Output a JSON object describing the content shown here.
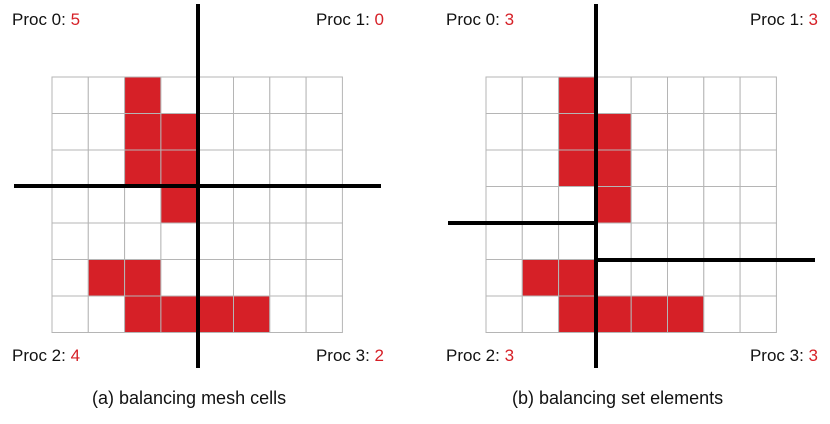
{
  "panels": [
    {
      "caption": "(a) balancing mesh cells",
      "procs": [
        {
          "label": "Proc 0:",
          "count": "5"
        },
        {
          "label": "Proc 1:",
          "count": "0"
        },
        {
          "label": "Proc 2:",
          "count": "4"
        },
        {
          "label": "Proc 3:",
          "count": "2"
        }
      ],
      "grid": {
        "rows": 7,
        "cols": 8
      },
      "filled_cells": [
        [
          0,
          2
        ],
        [
          1,
          2
        ],
        [
          1,
          3
        ],
        [
          2,
          2
        ],
        [
          2,
          3
        ],
        [
          3,
          3
        ],
        [
          5,
          1
        ],
        [
          5,
          2
        ],
        [
          6,
          2
        ],
        [
          6,
          3
        ],
        [
          6,
          4
        ],
        [
          6,
          5
        ]
      ]
    },
    {
      "caption": "(b) balancing set elements",
      "procs": [
        {
          "label": "Proc 0:",
          "count": "3"
        },
        {
          "label": "Proc 1:",
          "count": "3"
        },
        {
          "label": "Proc 2:",
          "count": "3"
        },
        {
          "label": "Proc 3:",
          "count": "3"
        }
      ],
      "grid": {
        "rows": 7,
        "cols": 8
      },
      "filled_cells": [
        [
          0,
          2
        ],
        [
          1,
          2
        ],
        [
          1,
          3
        ],
        [
          2,
          2
        ],
        [
          2,
          3
        ],
        [
          3,
          3
        ],
        [
          5,
          1
        ],
        [
          5,
          2
        ],
        [
          6,
          2
        ],
        [
          6,
          3
        ],
        [
          6,
          4
        ],
        [
          6,
          5
        ]
      ]
    }
  ],
  "colors": {
    "filled": "#d62027",
    "grid": "#b5b5b5",
    "divider": "#000000",
    "count": "#d62027"
  }
}
